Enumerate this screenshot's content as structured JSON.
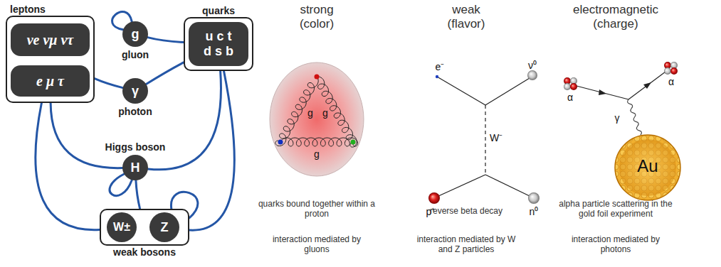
{
  "diagram": {
    "nodes": [
      {
        "text": [
          "leptons"
        ]
      },
      {
        "text": [
          "νe νμ ντ"
        ],
        "in": 0
      },
      {
        "text": [
          "e μ τ"
        ],
        "in": 0
      },
      {
        "text": [
          "quarks"
        ]
      },
      {
        "text": [
          "u c t",
          "d s b"
        ],
        "in": 3
      },
      {
        "text": [
          "g",
          "gluon"
        ]
      },
      {
        "text": [
          "γ",
          "photon"
        ]
      },
      {
        "text": [
          "Higgs boson",
          "H"
        ]
      },
      {
        "text": [
          "weak bosons"
        ]
      },
      {
        "text": [
          "W±"
        ],
        "in": 8
      },
      {
        "text": [
          "Z"
        ],
        "in": 8
      }
    ],
    "edges": [
      {
        "from": 5,
        "to": 5,
        "arrow": "none"
      },
      {
        "from": 5,
        "to": 3,
        "arrow": "none"
      },
      {
        "from": 6,
        "to": 0,
        "arrow": "none"
      },
      {
        "from": 6,
        "to": 3,
        "arrow": "none"
      },
      {
        "from": 7,
        "to": 0,
        "arrow": "none"
      },
      {
        "from": 7,
        "to": 3,
        "arrow": "none"
      },
      {
        "from": 7,
        "to": 7,
        "arrow": "none"
      },
      {
        "from": 7,
        "to": 8,
        "arrow": "none"
      },
      {
        "from": 8,
        "to": 0,
        "arrow": "none"
      },
      {
        "from": 8,
        "to": 3,
        "arrow": "none"
      },
      {
        "from": 8,
        "to": 8,
        "arrow": "none"
      }
    ],
    "labels": [
      "strong",
      "(color)",
      "g",
      "g",
      "g",
      "quarks bound together within a proton",
      "interaction mediated by gluons",
      "weak",
      "(flavor)",
      "e⁻",
      "ν⁰",
      "W⁻",
      "p⁺",
      "n⁰",
      "reverse beta decay",
      "interaction mediated by W and Z particles",
      "electromagnetic",
      "(charge)",
      "α",
      "γ",
      "α",
      "Au",
      "alpha particle scattering in the gold foil experiment",
      "interaction mediated by photons"
    ]
  }
}
